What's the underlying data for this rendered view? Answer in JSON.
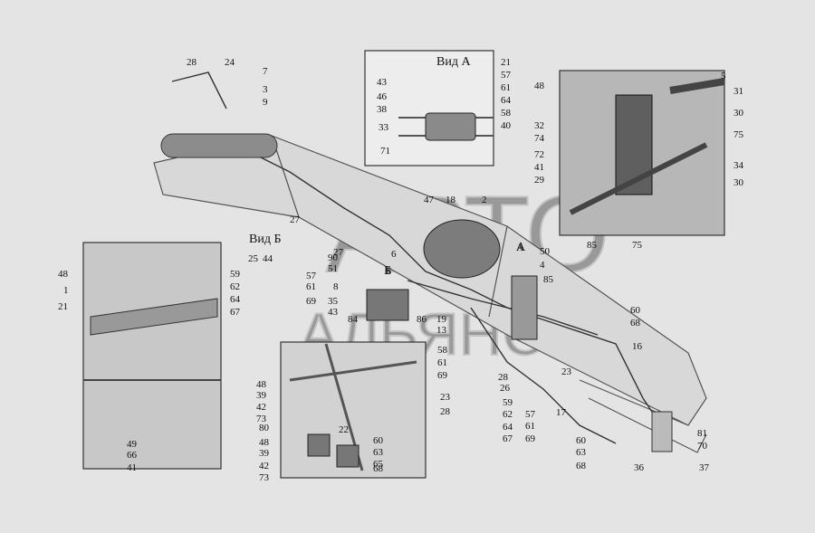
{
  "view_labels": {
    "a": "Вид А",
    "b": "Вид Б"
  },
  "markers": {
    "a": "А",
    "b": "Б"
  },
  "watermark": {
    "line1": "АВТО",
    "line2": "АЛЬЯНС"
  },
  "callouts": [
    "28",
    "24",
    "7",
    "3",
    "9",
    "21",
    "57",
    "61",
    "64",
    "58",
    "40",
    "43",
    "46",
    "38",
    "33",
    "71",
    "48",
    "32",
    "74",
    "72",
    "41",
    "29",
    "5",
    "31",
    "30",
    "75",
    "34",
    "30",
    "85",
    "75",
    "27",
    "47",
    "18",
    "2",
    "90",
    "51",
    "27",
    "6",
    "57",
    "61",
    "69",
    "8",
    "35",
    "43",
    "84",
    "86",
    "19",
    "13",
    "Б",
    "А",
    "50",
    "4",
    "85",
    "60",
    "68",
    "16",
    "25",
    "44",
    "59",
    "62",
    "64",
    "67",
    "48",
    "1",
    "21",
    "49",
    "66",
    "41",
    "58",
    "61",
    "69",
    "23",
    "28",
    "48",
    "39",
    "42",
    "73",
    "80",
    "22",
    "48",
    "39",
    "42",
    "73",
    "60",
    "63",
    "65",
    "68",
    "28",
    "26",
    "23",
    "59",
    "62",
    "64",
    "67",
    "57",
    "61",
    "69",
    "17",
    "60",
    "63",
    "68",
    "36",
    "81",
    "70",
    "37"
  ]
}
